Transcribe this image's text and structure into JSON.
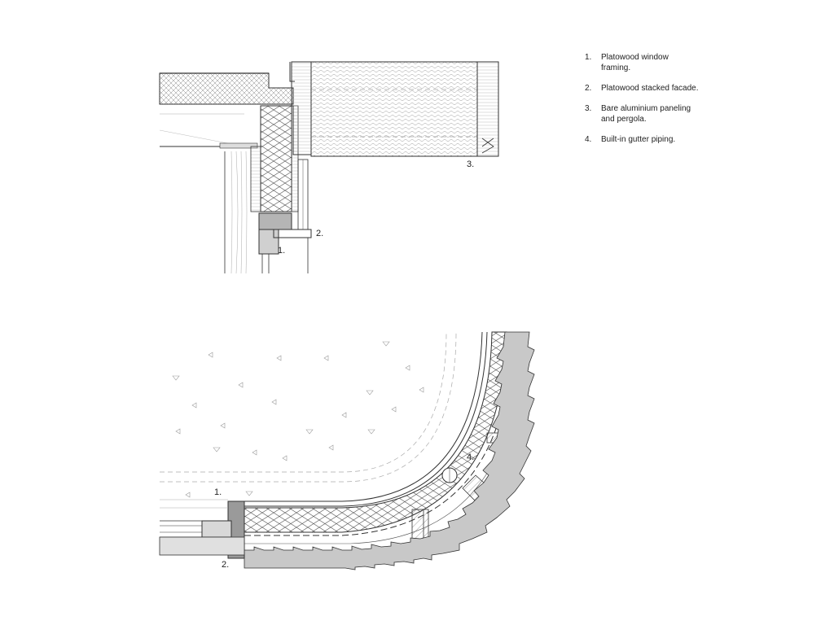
{
  "legend": [
    {
      "num": "1.",
      "text": "Platowood window framing."
    },
    {
      "num": "2.",
      "text": "Platowood stacked facade."
    },
    {
      "num": "3.",
      "text": "Bare aluminium paneling and pergola."
    },
    {
      "num": "4.",
      "text": "Built-in gutter piping."
    }
  ],
  "section_callouts": {
    "c1": "1.",
    "c2": "2.",
    "c3": "3."
  },
  "plan_callouts": {
    "c1": "1.",
    "c2": "2.",
    "c4": "4."
  },
  "colors": {
    "line": "#333333",
    "fill_light": "#e6e6e6",
    "fill_mid": "#c8c8c8",
    "fill_dark": "#9a9a9a"
  }
}
